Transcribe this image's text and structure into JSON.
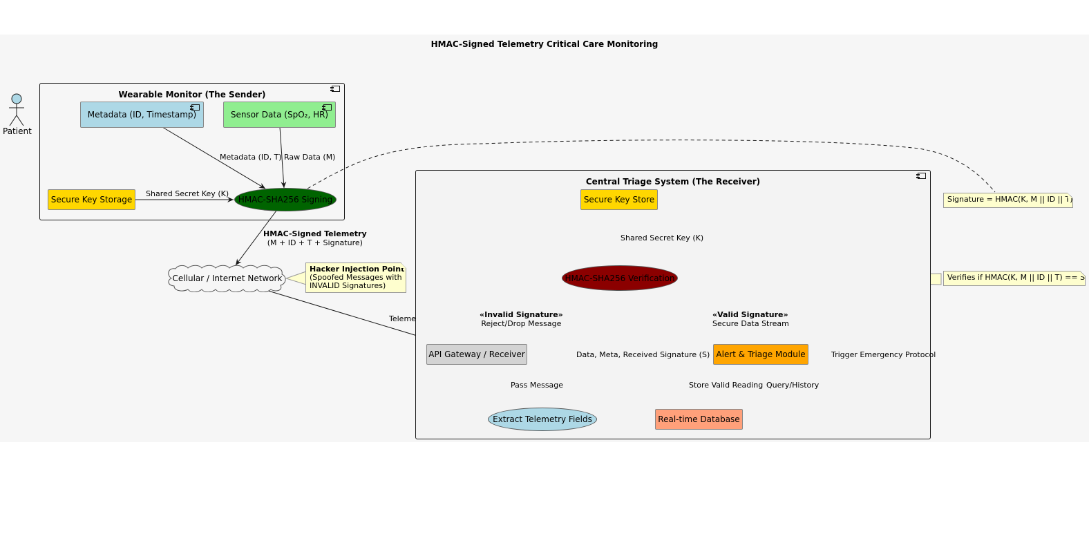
{
  "title": "HMAC-Signed Telemetry Critical Care Monitoring",
  "actor": {
    "label": "Patient"
  },
  "sender": {
    "title": "Wearable Monitor (The Sender)",
    "metadata": "Metadata (ID, Timestamp)",
    "sensor": "Sensor Data (SpO₂, HR)",
    "key_storage": "Secure Key Storage",
    "signing": "HMAC-SHA256 Signing"
  },
  "network": {
    "cloud": "Cellular / Internet Network",
    "note_title": "Hacker Injection Point",
    "note_line1": "(Spoofed Messages with",
    "note_line2": "INVALID Signatures)"
  },
  "receiver": {
    "title": "Central Triage System (The Receiver)",
    "key_store": "Secure Key Store",
    "verification": "HMAC-SHA256 Verification",
    "gateway": "API Gateway / Receiver",
    "extract": "Extract Telemetry Fields",
    "alert": "Alert & Triage Module",
    "database": "Real-time Database"
  },
  "notes": {
    "signature": "Signature = HMAC(K, M || ID || T)",
    "verify": "Verifies if HMAC(K, M || ID || T) == S"
  },
  "edges": {
    "metadata_to_signing": "Metadata (ID, T)",
    "raw_to_signing": "Raw Data (M)",
    "key_to_signing": "Shared Secret Key (K)",
    "signed_title": "HMAC-Signed Telemetry",
    "signed_detail": "(M + ID + T + Signature)",
    "telemetry_message": "Telemetry Message",
    "key_to_verify": "Shared Secret Key (K)",
    "invalid_title": "«Invalid Signature»",
    "invalid_detail": "Reject/Drop Message",
    "valid_title": "«Valid Signature»",
    "valid_detail": "Secure Data Stream",
    "pass_message": "Pass Message",
    "extract_to_verify": "Data, Meta, Received Signature (S)",
    "trigger": "Trigger Emergency Protocol",
    "store": "Store Valid Reading",
    "query": "Query/History"
  },
  "colors": {
    "metadata": "#ADD8E6",
    "sensor": "#90EE90",
    "key": "#FFD700",
    "signing": "#006400",
    "verification": "#8B0000",
    "gateway": "#D3D3D3",
    "extract": "#ADD8E6",
    "alert": "#FFA500",
    "database": "#FFA07A",
    "note": "#FEFECE",
    "invalid_edge": "#E02020",
    "valid_edge": "#228B22"
  }
}
